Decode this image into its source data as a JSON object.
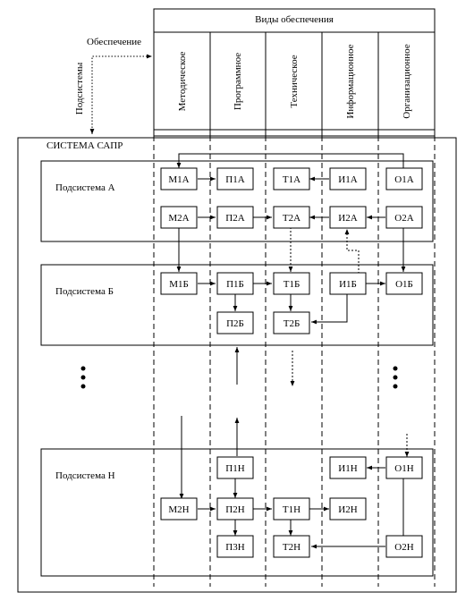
{
  "header": {
    "title": "Виды обеспечения",
    "obespechenie_label": "Обеспечение",
    "podsistemy_label": "Подсистемы",
    "columns": [
      "Методическое",
      "Программное",
      "Техническое",
      "Информационное",
      "Организационное"
    ]
  },
  "system": {
    "title": "СИСТЕМА САПР"
  },
  "subsystems": [
    {
      "label": "Подсистема А"
    },
    {
      "label": "Подсистема Б"
    },
    {
      "label": "Подсистема Н"
    }
  ],
  "boxes": {
    "M1A": "М1А",
    "P1A": "П1А",
    "T1A": "Т1А",
    "I1A": "И1А",
    "O1A": "О1А",
    "M2A": "М2А",
    "P2A": "П2А",
    "T2A": "Т2А",
    "I2A": "И2А",
    "O2A": "О2А",
    "M1B": "М1Б",
    "P1B": "П1Б",
    "T1B": "Т1Б",
    "I1B": "И1Б",
    "O1B": "О1Б",
    "P2B": "П2Б",
    "T2B": "Т2Б",
    "P1N": "П1Н",
    "I1N": "И1Н",
    "O1N": "О1Н",
    "M2N": "М2Н",
    "P2N": "П2Н",
    "T1N": "Т1Н",
    "I2N": "И2Н",
    "P3N": "П3Н",
    "T2N": "Т2Н",
    "O2N": "О2Н"
  }
}
